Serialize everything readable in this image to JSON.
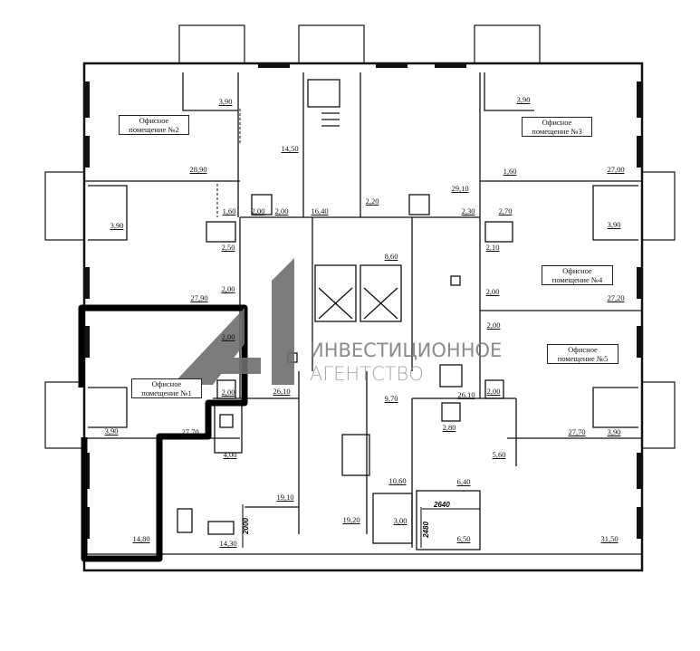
{
  "offices": [
    {
      "line1": "Офисное",
      "line2": "помещение №2"
    },
    {
      "line1": "Офисное",
      "line2": "помещение №3"
    },
    {
      "line1": "Офисное",
      "line2": "помещение №4"
    },
    {
      "line1": "Офисное",
      "line2": "помещение №5"
    },
    {
      "line1": "Офисное",
      "line2": "помещение №1"
    }
  ],
  "areas": [
    "3,90",
    "28,90",
    "14,50",
    "16,40",
    "2,20",
    "29,10",
    "2,30",
    "3,90",
    "1,60",
    "27,00",
    "2,70",
    "3,90",
    "2,10",
    "2,00",
    "27,20",
    "1,60",
    "2,00",
    "2,00",
    "3,90",
    "2,50",
    "2,00",
    "27,90",
    "8,60",
    "2,00",
    "2,00",
    "9,70",
    "26,10",
    "26,10",
    "2,00",
    "2,00",
    "3,90",
    "27,70",
    "27,70",
    "3,90",
    "2,80",
    "5,60",
    "4,00",
    "10,60",
    "6,40",
    "19,10",
    "19,20",
    "3,00",
    "6,50",
    "14,80",
    "14,30",
    "31,50"
  ],
  "dimensions": {
    "d1": "2640",
    "d2": "2480",
    "d3": "2000"
  },
  "watermark": {
    "logo": "41",
    "line1": "ИНВЕСТИЦИОННОЕ",
    "line2": "АГЕНТСТВО"
  },
  "colors": {
    "wall": "#111111",
    "highlight": "#000000",
    "watermark": "#6e6e6e"
  }
}
